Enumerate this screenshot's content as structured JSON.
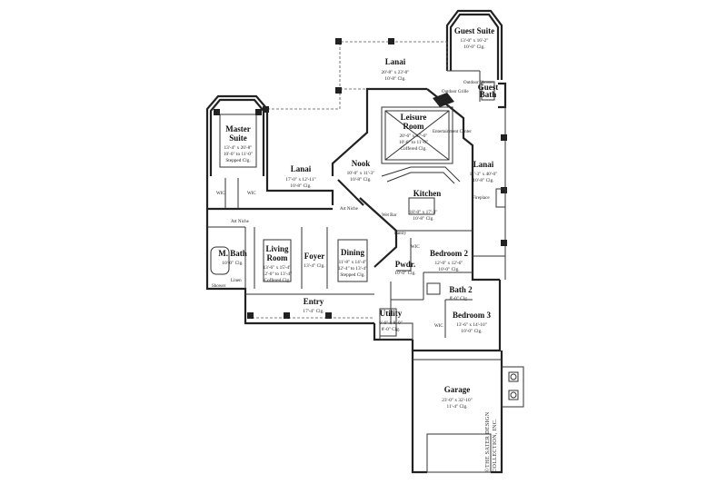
{
  "rooms": {
    "guest_suite": {
      "name": "Guest Suite",
      "dims": "13'-0\" x 16'-2\"",
      "clg": "10'-0\" Clg."
    },
    "lanai_top": {
      "name": "Lanai",
      "dims": "20'-8\" x 23'-0\"",
      "clg": "10'-8\" Clg."
    },
    "master_suite": {
      "name1": "Master",
      "name2": "Suite",
      "dims": "13'-4\" x 20'-8\"",
      "dims2": "10'-0\" to 11'-0\"",
      "clg": "Stepped Clg."
    },
    "leisure_room": {
      "name1": "Leisure",
      "name2": "Room",
      "dims": "20'-6\" x 17'-6\"",
      "dims2": "10'-6\" to 11'-0\"",
      "clg": "Coffered Clg."
    },
    "lanai_left": {
      "name": "Lanai",
      "dims": "17'-0\" x 12'-11\"",
      "clg": "10'-8\" Clg."
    },
    "nook": {
      "name": "Nook",
      "dims": "10'-0\" x 11'-3\"",
      "clg": "10'-8\" Clg."
    },
    "kitchen": {
      "name": "Kitchen",
      "dims": "18'-0\" x 17'-3\"",
      "clg": "10'-8\" Clg."
    },
    "lanai_right": {
      "name": "Lanai",
      "dims": "11'-3\" x 40'-0\"",
      "clg": "10'-8\" Clg."
    },
    "m_bath": {
      "name": "M. Bath",
      "clg": "10'-0\" Clg."
    },
    "living_room": {
      "name1": "Living",
      "name2": "Room",
      "dims": "13'-6\" x 15'-4\"",
      "dims2": "12'-0\" to 13'-4\"",
      "clg": "Coffered Clg."
    },
    "foyer": {
      "name": "Foyer",
      "clg": "13'-4\" Clg."
    },
    "dining": {
      "name": "Dining",
      "dims": "11'-8\" x 14'-4\"",
      "dims2": "12'-4\" to 13'-4\"",
      "clg": "Stepped Clg."
    },
    "bedroom2": {
      "name": "Bedroom 2",
      "dims": "12'-0\" x 12'-6\"",
      "clg": "10'-0\" Clg."
    },
    "pwdr": {
      "name": "Pwdr.",
      "clg": "10'-0\" Clg."
    },
    "entry": {
      "name": "Entry",
      "clg": "17'-4\" Clg."
    },
    "bath2": {
      "name": "Bath 2",
      "clg": "8'-0\" Clg."
    },
    "bedroom3": {
      "name": "Bedroom 3",
      "dims": "13'-6\" x 14'-10\"",
      "clg": "10'-0\" Clg."
    },
    "utility": {
      "name": "Utility",
      "dims": "6'-6\" x 8'-0\"",
      "clg": "8'-0\" Clg."
    },
    "garage": {
      "name": "Garage",
      "dims": "23'-0\" x 32'-10\"",
      "clg": "11'-4\" Clg."
    },
    "guest_bath": {
      "name1": "Guest",
      "name2": "Bath"
    }
  },
  "fixtures": {
    "wic": "WIC",
    "art_niche": "Art Niche",
    "art_niche2": "Art\nNiche",
    "wet_bar": "Wet Bar",
    "pantry": "Pantry",
    "fireplace": "Fireplace",
    "outdoor_grille": "Outdoor Grille",
    "entertainment_center": "Entertainment Center",
    "linen": "Linen",
    "shower": "Shower",
    "outdoor_shower": "Outdoor Shower"
  },
  "copyright": {
    "line1": "©THE SATER DESIGN",
    "line2": "COLLECTION, INC."
  }
}
